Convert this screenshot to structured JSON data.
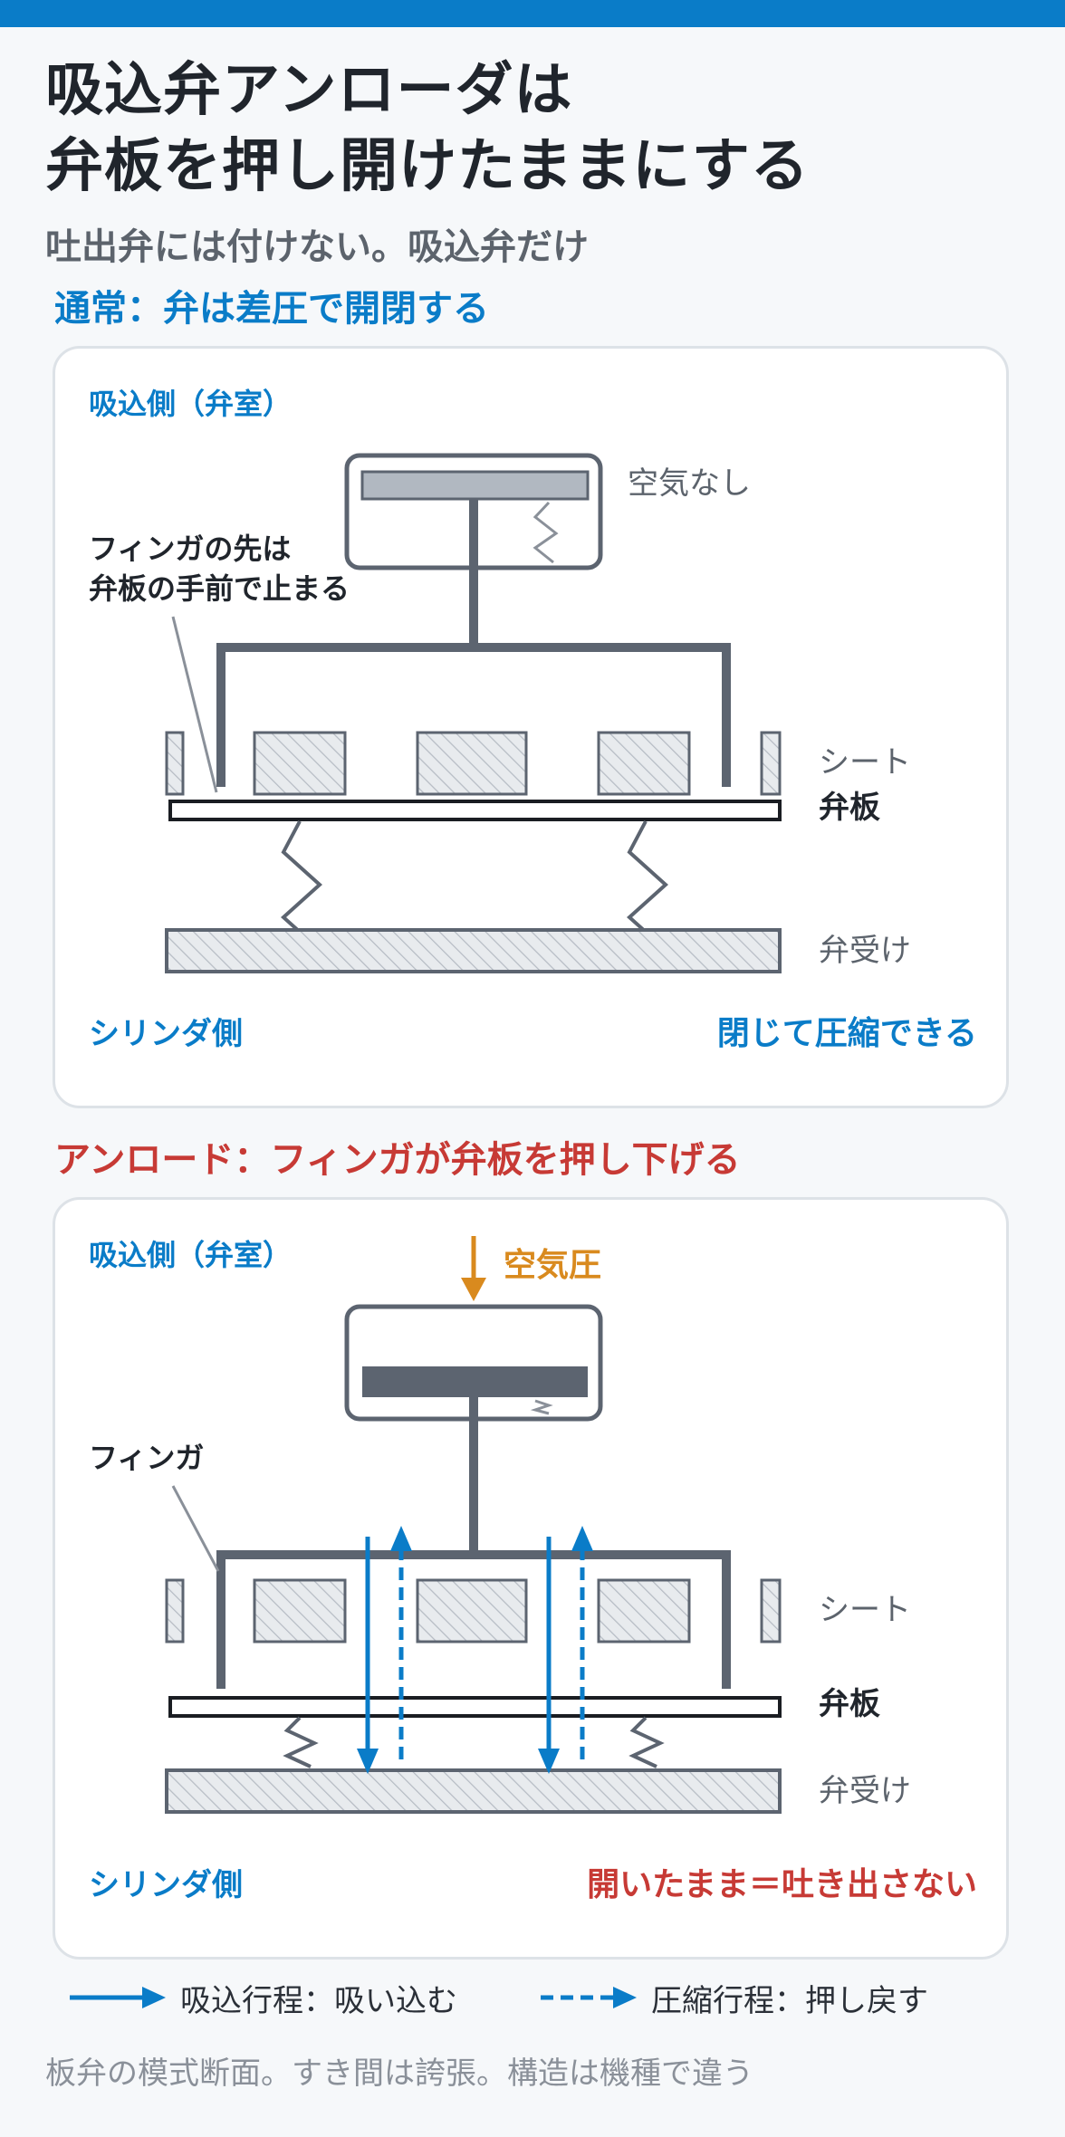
{
  "header": {
    "title_line1": "吸込弁アンローダは",
    "title_line2": "弁板を押し開けたままにする",
    "subtitle": "吐出弁には付けない。吸込弁だけ"
  },
  "normal": {
    "section_title": "通常：弁は差圧で開閉する",
    "suction_side": "吸込側（弁室）",
    "air_label": "空気なし",
    "finger_note_line1": "フィンガの先は",
    "finger_note_line2": "弁板の手前で止まる",
    "seat_label": "シート",
    "plate_label": "弁板",
    "guard_label": "弁受け",
    "cylinder_side": "シリンダ側",
    "result": "閉じて圧縮できる"
  },
  "unload": {
    "section_title": "アンロード：フィンガが弁板を押し下げる",
    "suction_side": "吸込側（弁室）",
    "air_label": "空気圧",
    "finger_label": "フィンガ",
    "seat_label": "シート",
    "plate_label": "弁板",
    "guard_label": "弁受け",
    "cylinder_side": "シリンダ側",
    "result": "開いたまま＝吐き出さない"
  },
  "legend": {
    "suction_stroke": "吸込行程：吸い込む",
    "compression_stroke": "圧縮行程：押し戻す"
  },
  "footnote": "板弁の模式断面。すき間は誇張。構造は機種で違う",
  "colors": {
    "blue": "#0a7cc8",
    "red": "#c73a35",
    "orange": "#d98a1e",
    "steel": "#5c6470",
    "text_dark": "#20252c",
    "text_gray": "#5c636c"
  }
}
